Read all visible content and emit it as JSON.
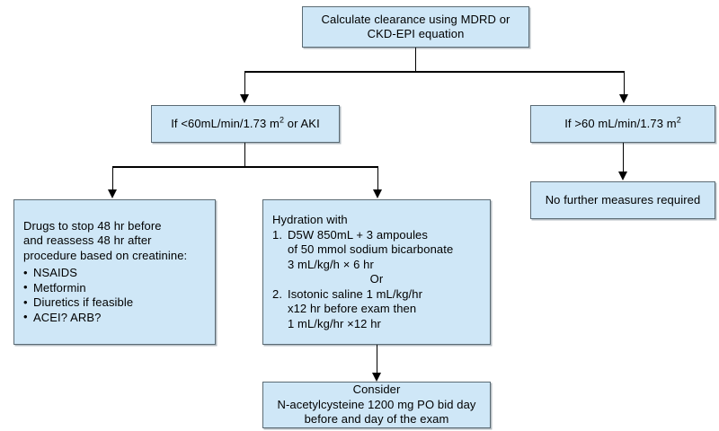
{
  "diagram": {
    "title_node": {
      "line1": "Calculate clearance using MDRD or",
      "line2": "CKD-EPI equation"
    },
    "branch_low": {
      "prefix": "If <60mL/min/1.73 m",
      "sup": "2",
      "suffix": " or AKI"
    },
    "branch_high": {
      "prefix": "If >60 mL/min/1.73 m",
      "sup": "2",
      "suffix": ""
    },
    "no_further": {
      "text": "No further measures required"
    },
    "drugs_box": {
      "line1": "Drugs to stop 48 hr before",
      "line2": "and reassess 48 hr after",
      "line3": "procedure  based on creatinine:",
      "bullets": [
        "NSAIDS",
        "Metformin",
        "Diuretics if feasible",
        "ACEI? ARB?"
      ]
    },
    "hydration_box": {
      "heading": "Hydration with",
      "item1_num": "1.",
      "item1_line1": "D5W 850mL + 3 ampoules",
      "item1_line2": "of 50 mmol sodium bicarbonate",
      "item1_line3": "3 mL/kg/h × 6 hr",
      "or_text": "Or",
      "item2_num": "2.",
      "item2_line1": "Isotonic saline 1 mL/kg/hr",
      "item2_line2": "x12 hr before exam then",
      "item2_line3": "1 mL/kg/hr ×12 hr"
    },
    "consider_box": {
      "line1": "Consider",
      "line2": "N-acetylcysteine 1200 mg PO bid day",
      "line3": "before and day of the exam"
    },
    "colors": {
      "node_fill": "#cfe7f7",
      "node_border": "#5b6b74",
      "connector": "#000000",
      "background": "#ffffff"
    }
  }
}
